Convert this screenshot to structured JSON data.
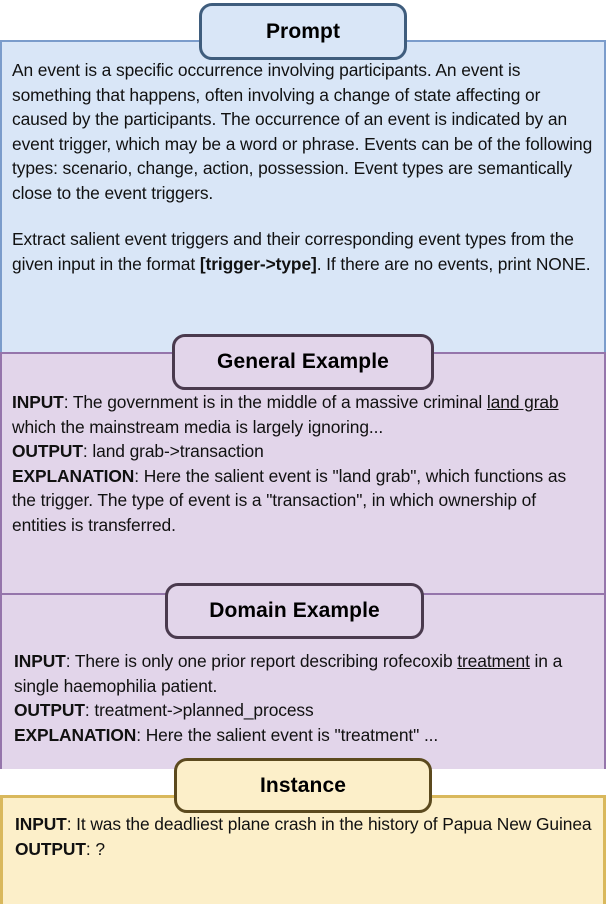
{
  "diagram": {
    "title": "Event trigger extraction prompt template",
    "colors": {
      "prompt_fill": "#d9e6f7",
      "prompt_border": "#7b9ccb",
      "prompt_badge_border": "#3f5d7d",
      "example_fill": "#e2d5ea",
      "example_border": "#9575ab",
      "example_badge_border": "#4a3a4e",
      "instance_fill": "#fcefc9",
      "instance_border": "#d9b85c",
      "instance_badge_border": "#5c4a1e",
      "text": "#111111"
    }
  },
  "prompt": {
    "badge_label": "Prompt",
    "paragraph1": "An event is a specific occurrence involving participants. An event is something that happens, often involving a change of state affecting or caused by the participants. The occurrence of an event is indicated by an event trigger, which may be a word or phrase. Events can be of the following types: scenario, change, action, possession. Event types are semantically close to the event triggers.",
    "paragraph2_before": "Extract salient event triggers and their corresponding event types from the given input in the format ",
    "paragraph2_bold": "[trigger->type]",
    "paragraph2_after": ". If there are no events, print NONE."
  },
  "general_example": {
    "badge_label": "General Example",
    "input_label": "INPUT",
    "input_before": ": The government is in the middle of a massive criminal ",
    "input_underlined": "land grab",
    "input_after": " which the mainstream media is largely ignoring...",
    "output_label": "OUTPUT",
    "output_text": ": land grab->transaction",
    "explanation_label": "EXPLANATION",
    "explanation_text": ": Here the salient event is \"land grab\", which functions as the trigger. The type of event is a \"transaction\", in which ownership of entities is transferred."
  },
  "domain_example": {
    "badge_label": "Domain Example",
    "input_label": "INPUT",
    "input_before": ": There is only one prior report describing rofecoxib ",
    "input_underlined": "treatment",
    "input_after": " in a single haemophilia patient.",
    "output_label": "OUTPUT",
    "output_text": ": treatment->planned_process",
    "explanation_label": "EXPLANATION",
    "explanation_text": ": Here the salient event is \"treatment\" ..."
  },
  "instance": {
    "badge_label": "Instance",
    "input_label": "INPUT",
    "input_text": ": It was the deadliest plane crash in the history of Papua New Guinea",
    "output_label": "OUTPUT",
    "output_text": ": ?"
  }
}
